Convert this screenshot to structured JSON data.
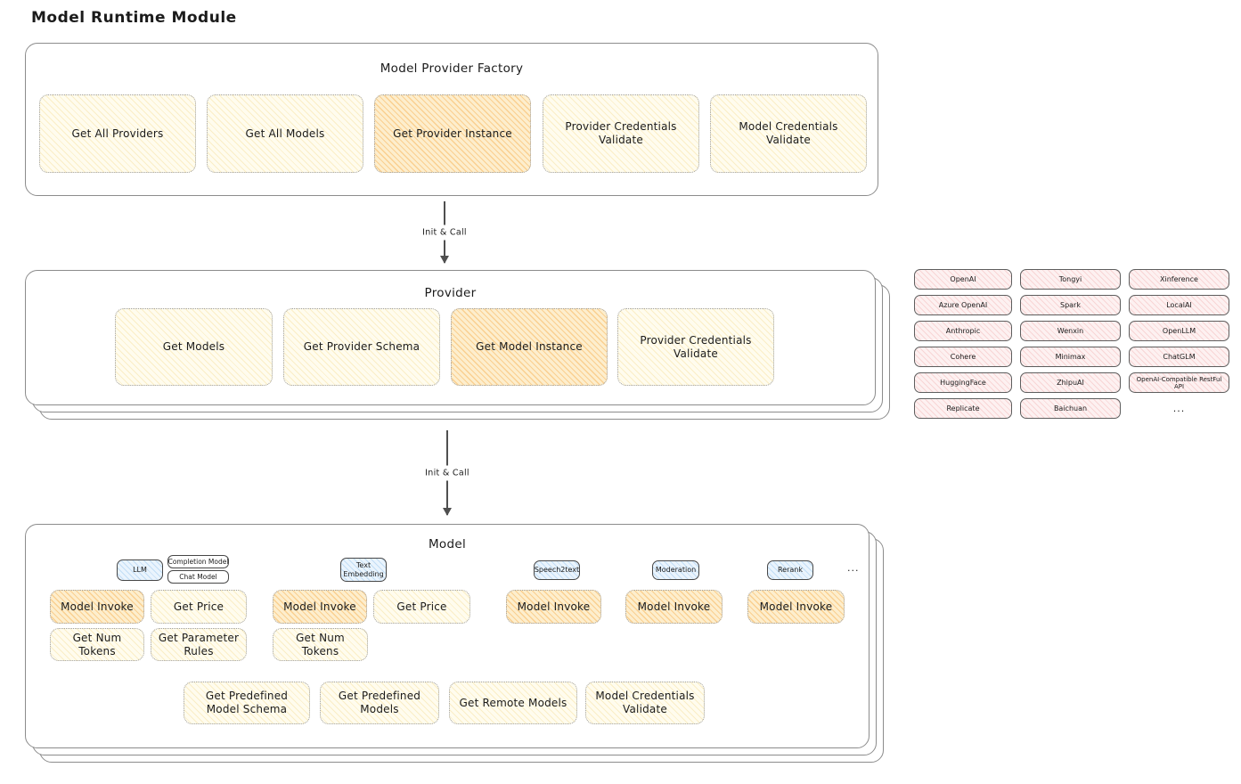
{
  "title": "Model Runtime Module",
  "factory": {
    "title": "Model Provider Factory",
    "items": [
      {
        "label": "Get All Providers",
        "highlight": false
      },
      {
        "label": "Get All Models",
        "highlight": false
      },
      {
        "label": "Get Provider Instance",
        "highlight": true
      },
      {
        "label": "Provider Credentials Validate",
        "highlight": false
      },
      {
        "label": "Model Credentials Validate",
        "highlight": false
      }
    ]
  },
  "arrow1": {
    "label": "Init & Call"
  },
  "arrow2": {
    "label": "Init & Call"
  },
  "provider": {
    "title": "Provider",
    "items": [
      {
        "label": "Get Models",
        "highlight": false
      },
      {
        "label": "Get Provider Schema",
        "highlight": false
      },
      {
        "label": "Get Model Instance",
        "highlight": true
      },
      {
        "label": "Provider Credentials Validate",
        "highlight": false
      }
    ]
  },
  "provider_list": {
    "items": [
      "OpenAI",
      "Tongyi",
      "Xinference",
      "Azure OpenAI",
      "Spark",
      "LocalAI",
      "Anthropic",
      "Wenxin",
      "OpenLLM",
      "Cohere",
      "Minimax",
      "ChatGLM",
      "HuggingFace",
      "ZhipuAI",
      "OpenAI-Compatible RestFul API",
      "Replicate",
      "Baichuan"
    ],
    "more": "..."
  },
  "model": {
    "title": "Model",
    "types": {
      "llm": "LLM",
      "completion": "Completion Model",
      "chat": "Chat Model",
      "text_embedding": "Text Embedding",
      "speech2text": "Speech2text",
      "moderation": "Moderation",
      "rerank": "Rerank",
      "more": "..."
    },
    "actions": {
      "model_invoke": "Model Invoke",
      "get_price": "Get Price",
      "get_num_tokens": "Get Num Tokens",
      "get_parameter_rules": "Get Parameter Rules"
    },
    "bottom_items": [
      {
        "label": "Get Predefined Model Schema"
      },
      {
        "label": "Get Predefined Models"
      },
      {
        "label": "Get Remote Models"
      },
      {
        "label": "Model Credentials Validate"
      }
    ]
  }
}
